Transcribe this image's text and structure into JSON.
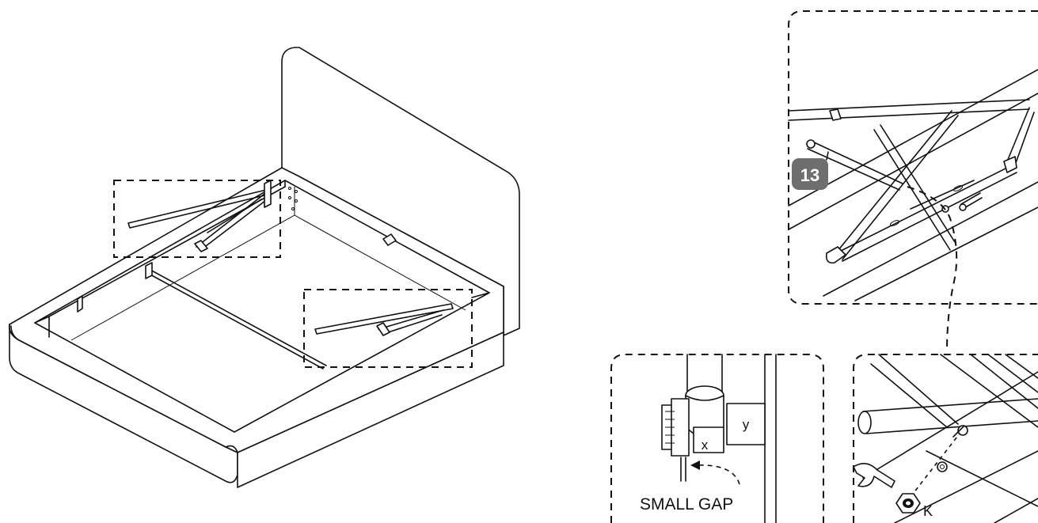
{
  "step_badge": "13",
  "labels": {
    "x": "x",
    "y": "y",
    "gap": "SMALL GAP",
    "nut": "K"
  },
  "colors": {
    "line": "#111111",
    "badge": "#6e6e6e",
    "background": "#ffffff"
  }
}
